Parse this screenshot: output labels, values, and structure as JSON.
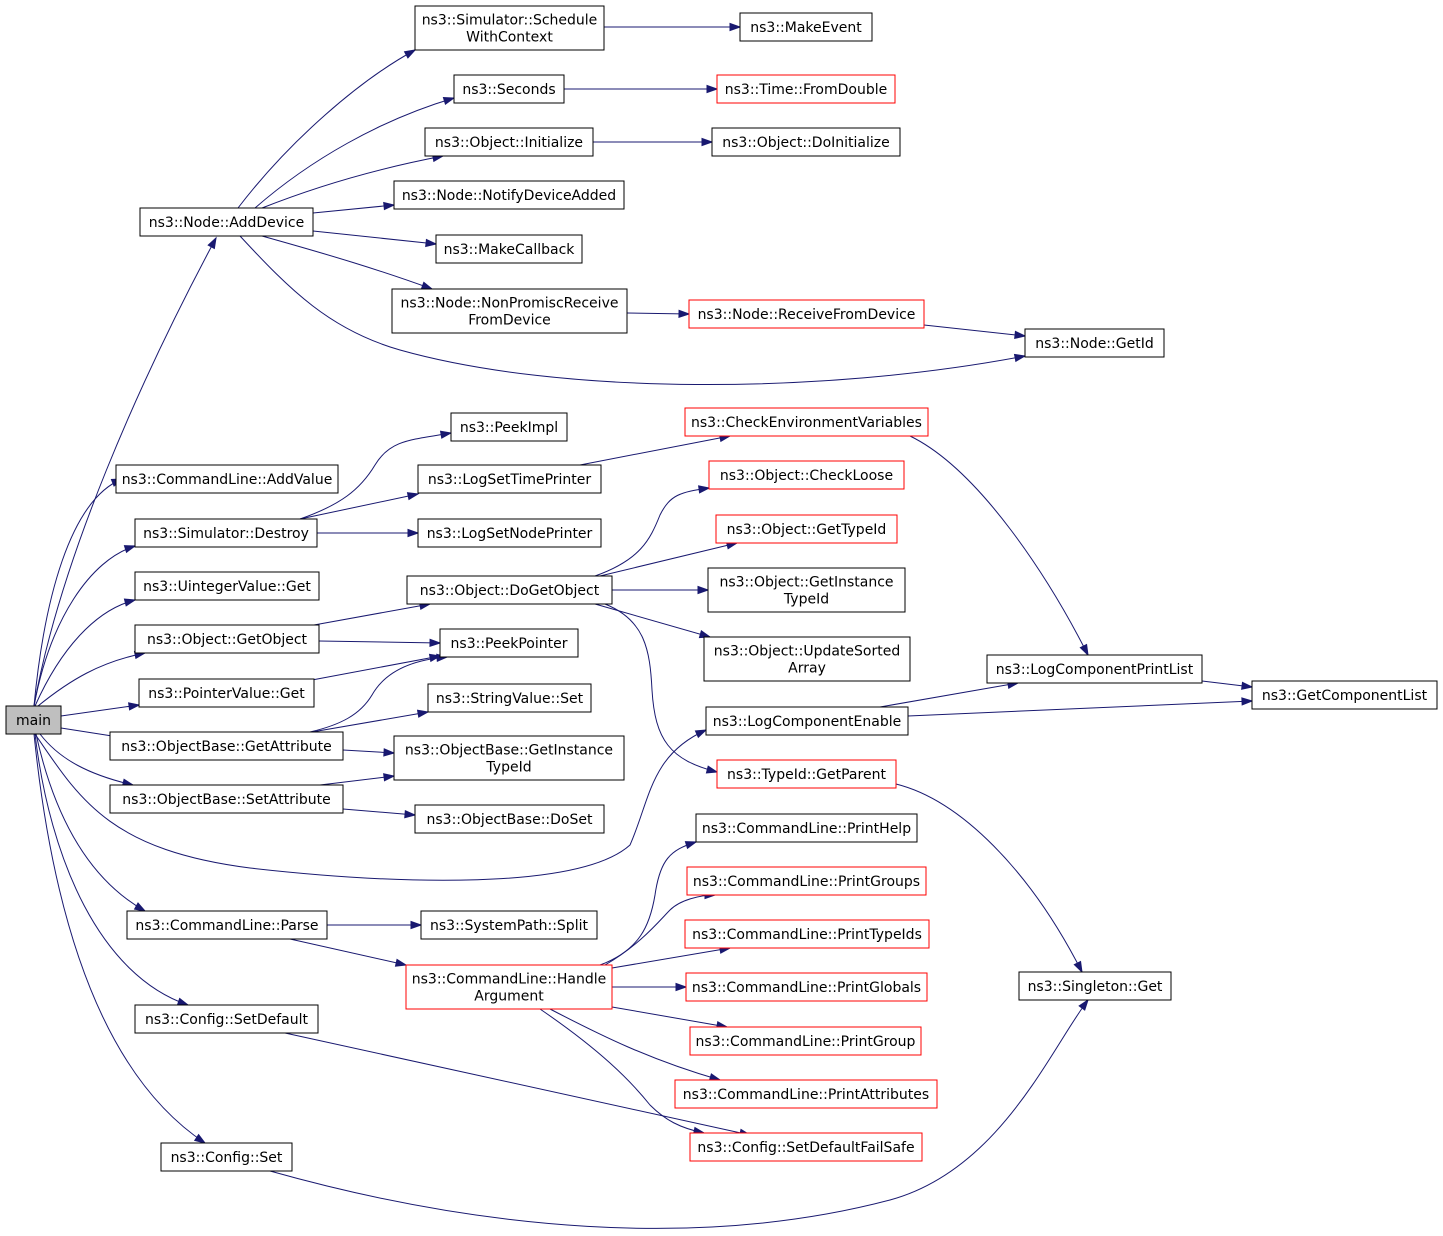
{
  "nodes": [
    {
      "id": "main",
      "lines": [
        "main"
      ],
      "root": true
    },
    {
      "id": "sched",
      "lines": [
        "ns3::Simulator::Schedule",
        "WithContext"
      ]
    },
    {
      "id": "makeevent",
      "lines": [
        "ns3::MakeEvent"
      ]
    },
    {
      "id": "seconds",
      "lines": [
        "ns3::Seconds"
      ]
    },
    {
      "id": "fromdouble",
      "lines": [
        "ns3::Time::FromDouble"
      ],
      "red": true
    },
    {
      "id": "objinit",
      "lines": [
        "ns3::Object::Initialize"
      ]
    },
    {
      "id": "doinit",
      "lines": [
        "ns3::Object::DoInitialize"
      ]
    },
    {
      "id": "notify",
      "lines": [
        "ns3::Node::NotifyDeviceAdded"
      ]
    },
    {
      "id": "adddevice",
      "lines": [
        "ns3::Node::AddDevice"
      ]
    },
    {
      "id": "makecb",
      "lines": [
        "ns3::MakeCallback"
      ]
    },
    {
      "id": "nonpromisc",
      "lines": [
        "ns3::Node::NonPromiscReceive",
        "FromDevice"
      ]
    },
    {
      "id": "recvfrom",
      "lines": [
        "ns3::Node::ReceiveFromDevice"
      ],
      "red": true
    },
    {
      "id": "getid",
      "lines": [
        "ns3::Node::GetId"
      ]
    },
    {
      "id": "peekimpl",
      "lines": [
        "ns3::PeekImpl"
      ]
    },
    {
      "id": "checkenv",
      "lines": [
        "ns3::CheckEnvironmentVariables"
      ],
      "red": true
    },
    {
      "id": "addvalue",
      "lines": [
        "ns3::CommandLine::AddValue"
      ]
    },
    {
      "id": "logtime",
      "lines": [
        "ns3::LogSetTimePrinter"
      ]
    },
    {
      "id": "checkloose",
      "lines": [
        "ns3::Object::CheckLoose"
      ],
      "red": true
    },
    {
      "id": "destroy",
      "lines": [
        "ns3::Simulator::Destroy"
      ]
    },
    {
      "id": "lognode",
      "lines": [
        "ns3::LogSetNodePrinter"
      ]
    },
    {
      "id": "gettypeid",
      "lines": [
        "ns3::Object::GetTypeId"
      ],
      "red": true
    },
    {
      "id": "uintget",
      "lines": [
        "ns3::UintegerValue::Get"
      ]
    },
    {
      "id": "dogetobj",
      "lines": [
        "ns3::Object::DoGetObject"
      ]
    },
    {
      "id": "getinsttid",
      "lines": [
        "ns3::Object::GetInstance",
        "TypeId"
      ]
    },
    {
      "id": "getobj",
      "lines": [
        "ns3::Object::GetObject"
      ]
    },
    {
      "id": "peekptr",
      "lines": [
        "ns3::PeekPointer"
      ]
    },
    {
      "id": "updsorted",
      "lines": [
        "ns3::Object::UpdateSorted",
        "Array"
      ]
    },
    {
      "id": "logprint",
      "lines": [
        "ns3::LogComponentPrintList"
      ]
    },
    {
      "id": "ptrget",
      "lines": [
        "ns3::PointerValue::Get"
      ]
    },
    {
      "id": "getcomplist",
      "lines": [
        "ns3::GetComponentList"
      ]
    },
    {
      "id": "strset",
      "lines": [
        "ns3::StringValue::Set"
      ]
    },
    {
      "id": "logenable",
      "lines": [
        "ns3::LogComponentEnable"
      ]
    },
    {
      "id": "getattr",
      "lines": [
        "ns3::ObjectBase::GetAttribute"
      ]
    },
    {
      "id": "obgetinst",
      "lines": [
        "ns3::ObjectBase::GetInstance",
        "TypeId"
      ]
    },
    {
      "id": "getparent",
      "lines": [
        "ns3::TypeId::GetParent"
      ],
      "red": true
    },
    {
      "id": "setattr",
      "lines": [
        "ns3::ObjectBase::SetAttribute"
      ]
    },
    {
      "id": "doset",
      "lines": [
        "ns3::ObjectBase::DoSet"
      ]
    },
    {
      "id": "printhelp",
      "lines": [
        "ns3::CommandLine::PrintHelp"
      ]
    },
    {
      "id": "printgroups",
      "lines": [
        "ns3::CommandLine::PrintGroups"
      ],
      "red": true
    },
    {
      "id": "parse",
      "lines": [
        "ns3::CommandLine::Parse"
      ]
    },
    {
      "id": "split",
      "lines": [
        "ns3::SystemPath::Split"
      ]
    },
    {
      "id": "printtypeids",
      "lines": [
        "ns3::CommandLine::PrintTypeIds"
      ],
      "red": true
    },
    {
      "id": "handlearg",
      "lines": [
        "ns3::CommandLine::Handle",
        "Argument"
      ],
      "red": true
    },
    {
      "id": "printglobals",
      "lines": [
        "ns3::CommandLine::PrintGlobals"
      ],
      "red": true
    },
    {
      "id": "singleton",
      "lines": [
        "ns3::Singleton::Get"
      ]
    },
    {
      "id": "setdefault",
      "lines": [
        "ns3::Config::SetDefault"
      ]
    },
    {
      "id": "printgroup",
      "lines": [
        "ns3::CommandLine::PrintGroup"
      ],
      "red": true
    },
    {
      "id": "printattrs",
      "lines": [
        "ns3::CommandLine::PrintAttributes"
      ],
      "red": true
    },
    {
      "id": "setdefaultfs",
      "lines": [
        "ns3::Config::SetDefaultFailSafe"
      ],
      "red": true
    },
    {
      "id": "cfgset",
      "lines": [
        "ns3::Config::Set"
      ]
    }
  ],
  "edges": [
    [
      "main",
      "adddevice"
    ],
    [
      "main",
      "addvalue"
    ],
    [
      "main",
      "destroy"
    ],
    [
      "main",
      "uintget"
    ],
    [
      "main",
      "getobj"
    ],
    [
      "main",
      "ptrget"
    ],
    [
      "main",
      "getattr"
    ],
    [
      "main",
      "setattr"
    ],
    [
      "main",
      "logenable"
    ],
    [
      "main",
      "parse"
    ],
    [
      "main",
      "setdefault"
    ],
    [
      "main",
      "cfgset"
    ],
    [
      "adddevice",
      "sched"
    ],
    [
      "adddevice",
      "seconds"
    ],
    [
      "adddevice",
      "objinit"
    ],
    [
      "adddevice",
      "notify"
    ],
    [
      "adddevice",
      "makecb"
    ],
    [
      "adddevice",
      "nonpromisc"
    ],
    [
      "adddevice",
      "getid"
    ],
    [
      "sched",
      "makeevent"
    ],
    [
      "seconds",
      "fromdouble"
    ],
    [
      "objinit",
      "doinit"
    ],
    [
      "nonpromisc",
      "recvfrom"
    ],
    [
      "recvfrom",
      "getid"
    ],
    [
      "destroy",
      "peekimpl"
    ],
    [
      "destroy",
      "logtime"
    ],
    [
      "destroy",
      "lognode"
    ],
    [
      "logtime",
      "checkenv"
    ],
    [
      "checkenv",
      "logprint"
    ],
    [
      "getobj",
      "dogetobj"
    ],
    [
      "getobj",
      "peekptr"
    ],
    [
      "ptrget",
      "peekptr"
    ],
    [
      "dogetobj",
      "checkloose"
    ],
    [
      "dogetobj",
      "gettypeid"
    ],
    [
      "dogetobj",
      "getinsttid"
    ],
    [
      "dogetobj",
      "updsorted"
    ],
    [
      "dogetobj",
      "getparent"
    ],
    [
      "getattr",
      "peekptr"
    ],
    [
      "getattr",
      "strset"
    ],
    [
      "getattr",
      "obgetinst"
    ],
    [
      "setattr",
      "obgetinst"
    ],
    [
      "setattr",
      "doset"
    ],
    [
      "logenable",
      "logprint"
    ],
    [
      "logenable",
      "getcomplist"
    ],
    [
      "logprint",
      "getcomplist"
    ],
    [
      "getparent",
      "singleton"
    ],
    [
      "parse",
      "split"
    ],
    [
      "parse",
      "handlearg"
    ],
    [
      "handlearg",
      "printhelp"
    ],
    [
      "handlearg",
      "printgroups"
    ],
    [
      "handlearg",
      "printtypeids"
    ],
    [
      "handlearg",
      "printglobals"
    ],
    [
      "handlearg",
      "printgroup"
    ],
    [
      "handlearg",
      "printattrs"
    ],
    [
      "handlearg",
      "setdefaultfs"
    ],
    [
      "setdefault",
      "setdefaultfs"
    ],
    [
      "cfgset",
      "singleton"
    ]
  ]
}
